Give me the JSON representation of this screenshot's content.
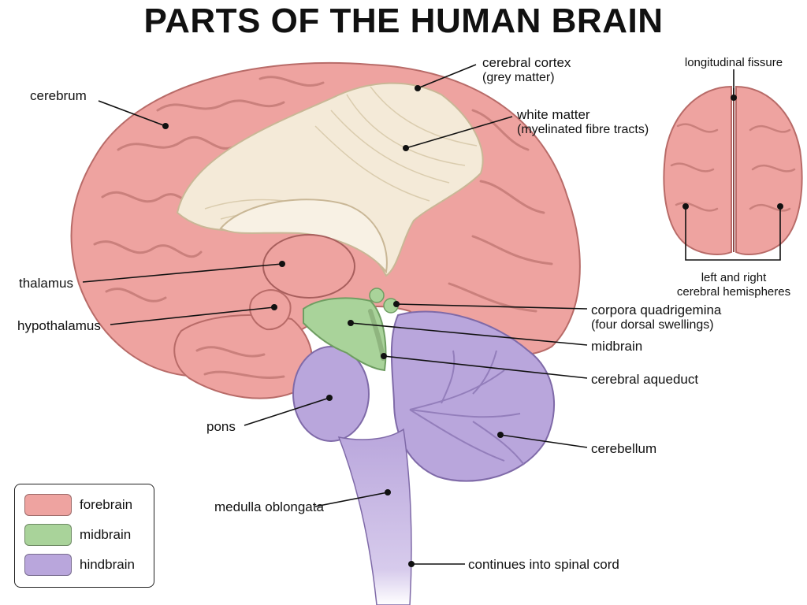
{
  "title": "PARTS OF THE HUMAN BRAIN",
  "colors": {
    "forebrain": "#eea3a0",
    "midbrain": "#a9d39a",
    "hindbrain": "#b9a6dc",
    "white_matter": "#f4ead8",
    "line": "#111111"
  },
  "labels": {
    "cerebrum": "cerebrum",
    "cortex": "cerebral cortex",
    "cortex_sub": "(grey matter)",
    "white_matter": "white matter",
    "white_matter_sub": "(myelinated fibre tracts)",
    "thalamus": "thalamus",
    "hypothalamus": "hypothalamus",
    "corpora": "corpora quadrigemina",
    "corpora_sub": "(four dorsal swellings)",
    "midbrain": "midbrain",
    "aqueduct": "cerebral aqueduct",
    "pons": "pons",
    "cerebellum": "cerebellum",
    "medulla": "medulla oblongata",
    "spinal": "continues into spinal cord",
    "fissure": "longitudinal fissure",
    "hemispheres_1": "left and right",
    "hemispheres_2": "cerebral hemispheres"
  },
  "legend": [
    {
      "label": "forebrain",
      "color": "#eea3a0"
    },
    {
      "label": "midbrain",
      "color": "#a9d39a"
    },
    {
      "label": "hindbrain",
      "color": "#b9a6dc"
    }
  ]
}
